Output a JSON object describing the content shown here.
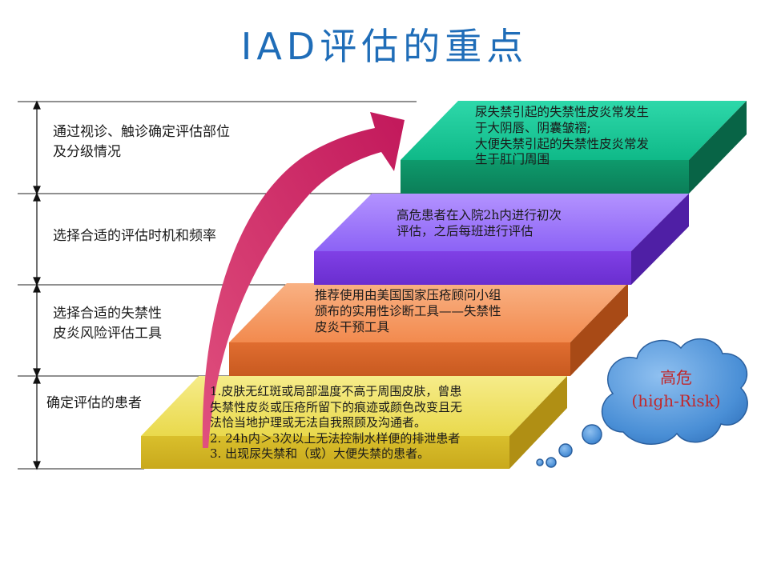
{
  "title": "IAD评估的重点",
  "left_labels": [
    {
      "line1": "通过视诊、触诊确定评估部位",
      "line2": "及分级情况"
    },
    {
      "line1": "选择合适的评估时机和频率",
      "line2": ""
    },
    {
      "line1": "选择合适的失禁性",
      "line2": "皮炎风险评估工具"
    },
    {
      "line1": "确定评估的患者",
      "line2": ""
    }
  ],
  "steps": [
    {
      "color": "#f2e46a",
      "lines": [
        "1.皮肤无红斑或局部温度不高于周围皮肤，曾患",
        "失禁性皮炎或压疮所留下的痕迹或颜色改变且无",
        "法恰当地护理或无法自我照顾及沟通者。",
        "2.  24h内＞3次以上无法控制水样便的排泄患者",
        "3.  出现尿失禁和（或）大便失禁的患者。"
      ]
    },
    {
      "color": "#f49a64",
      "lines": [
        "推荐使用由美国国家压疮顾问小组",
        "颁布的实用性诊断工具——失禁性",
        "皮炎干预工具"
      ]
    },
    {
      "color": "#9f78ff",
      "lines": [
        "高危患者在入院2h内进行初次",
        "评估，之后每班进行评估"
      ]
    },
    {
      "color": "#14c79a",
      "lines": [
        "尿失禁引起的失禁性皮炎常发生",
        "于大阴唇、阴囊皱褶;",
        "大便失禁引起的失禁性皮炎常发",
        "生于肛门周围"
      ]
    }
  ],
  "cloud": {
    "line1": "高危",
    "line2": "(high-Risk)"
  },
  "colors": {
    "title": "#1f6db8",
    "arrow": "#c2185b",
    "cloud": "#3f7fc6",
    "cloud_text": "#c0282c"
  }
}
